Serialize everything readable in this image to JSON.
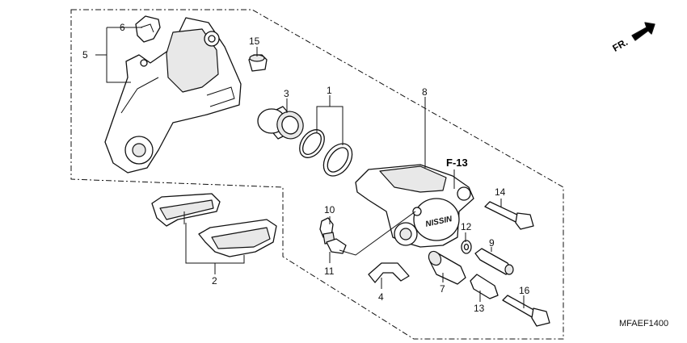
{
  "labels": {
    "p1": "1",
    "p2": "2",
    "p3": "3",
    "p4": "4",
    "p5": "5",
    "p6": "6",
    "p7": "7",
    "p8": "8",
    "p9": "9",
    "p10": "10",
    "p11": "11",
    "p12": "12",
    "p13": "13",
    "p14": "14",
    "p15": "15",
    "p16": "16"
  },
  "reference": "F-13",
  "front_marker": "FR.",
  "diagram_code": "MFAEF1400",
  "caliper_logo": "NISSIN"
}
